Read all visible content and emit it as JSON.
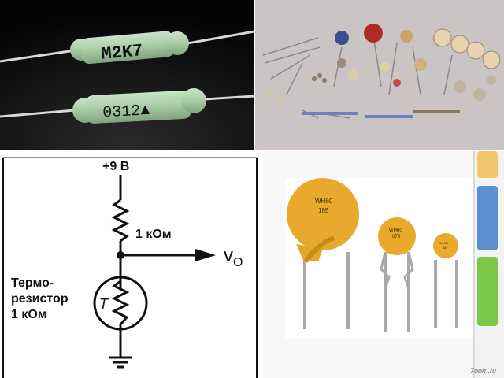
{
  "photo_top_left": {
    "resistor_1_marking": "M2K7",
    "resistor_2_marking": "0312▲"
  },
  "schematic": {
    "supply_label": "+9 B",
    "resistor_label": "1 кОм",
    "output_label_main": "v",
    "output_label_sub": "O",
    "thermistor_symbol": "T",
    "thermistor_caption": [
      "Термо-",
      "резистор",
      "1 кОм"
    ]
  },
  "photo_bottom_right": {
    "part_1_marking": [
      "WH60",
      "185"
    ],
    "part_2_marking": [
      "WH60",
      "075"
    ],
    "part_3_marking": [
      "WH60",
      "447"
    ],
    "watermark": "7oom.ru"
  },
  "colors": {
    "thermistor_body": "#e4a72a",
    "side_tab_yellow": "#f2c46c",
    "side_tab_blue": "#5b8fd2",
    "side_tab_green": "#7cc64a"
  }
}
